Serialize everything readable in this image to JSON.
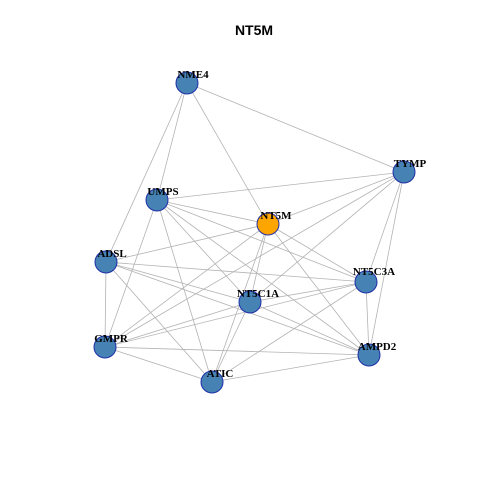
{
  "title": "NT5M",
  "colors": {
    "node_fill": "#4682B4",
    "focus_fill": "#FFA500",
    "node_stroke": "#1F2FA8",
    "edge": "#B3B3B3"
  },
  "nodes": [
    {
      "id": "NME4",
      "label": "NME4",
      "focus": false
    },
    {
      "id": "TYMP",
      "label": "TYMP",
      "focus": false
    },
    {
      "id": "UMPS",
      "label": "UMPS",
      "focus": false
    },
    {
      "id": "NT5M",
      "label": "NT5M",
      "focus": true
    },
    {
      "id": "ADSL",
      "label": "ADSL",
      "focus": false
    },
    {
      "id": "NT5C3A",
      "label": "NT5C3A",
      "focus": false
    },
    {
      "id": "NT5C1A",
      "label": "NT5C1A",
      "focus": false
    },
    {
      "id": "GMPR",
      "label": "GMPR",
      "focus": false
    },
    {
      "id": "AMPD2",
      "label": "AMPD2",
      "focus": false
    },
    {
      "id": "ATIC",
      "label": "ATIC",
      "focus": false
    }
  ],
  "edges": [
    [
      "NME4",
      "TYMP"
    ],
    [
      "NME4",
      "UMPS"
    ],
    [
      "NME4",
      "NT5M"
    ],
    [
      "NME4",
      "ADSL"
    ],
    [
      "TYMP",
      "UMPS"
    ],
    [
      "TYMP",
      "NT5M"
    ],
    [
      "TYMP",
      "NT5C3A"
    ],
    [
      "TYMP",
      "NT5C1A"
    ],
    [
      "TYMP",
      "AMPD2"
    ],
    [
      "TYMP",
      "GMPR"
    ],
    [
      "UMPS",
      "NT5M"
    ],
    [
      "UMPS",
      "NT5C3A"
    ],
    [
      "UMPS",
      "NT5C1A"
    ],
    [
      "UMPS",
      "GMPR"
    ],
    [
      "UMPS",
      "ATIC"
    ],
    [
      "UMPS",
      "AMPD2"
    ],
    [
      "NT5M",
      "ADSL"
    ],
    [
      "NT5M",
      "NT5C3A"
    ],
    [
      "NT5M",
      "NT5C1A"
    ],
    [
      "NT5M",
      "AMPD2"
    ],
    [
      "NT5M",
      "GMPR"
    ],
    [
      "NT5M",
      "ATIC"
    ],
    [
      "ADSL",
      "NT5C3A"
    ],
    [
      "ADSL",
      "NT5C1A"
    ],
    [
      "ADSL",
      "GMPR"
    ],
    [
      "ADSL",
      "ATIC"
    ],
    [
      "ADSL",
      "AMPD2"
    ],
    [
      "NT5C3A",
      "NT5C1A"
    ],
    [
      "NT5C3A",
      "GMPR"
    ],
    [
      "NT5C3A",
      "AMPD2"
    ],
    [
      "NT5C3A",
      "ATIC"
    ],
    [
      "NT5C1A",
      "GMPR"
    ],
    [
      "NT5C1A",
      "AMPD2"
    ],
    [
      "NT5C1A",
      "ATIC"
    ],
    [
      "GMPR",
      "ATIC"
    ],
    [
      "GMPR",
      "AMPD2"
    ],
    [
      "AMPD2",
      "ATIC"
    ]
  ]
}
